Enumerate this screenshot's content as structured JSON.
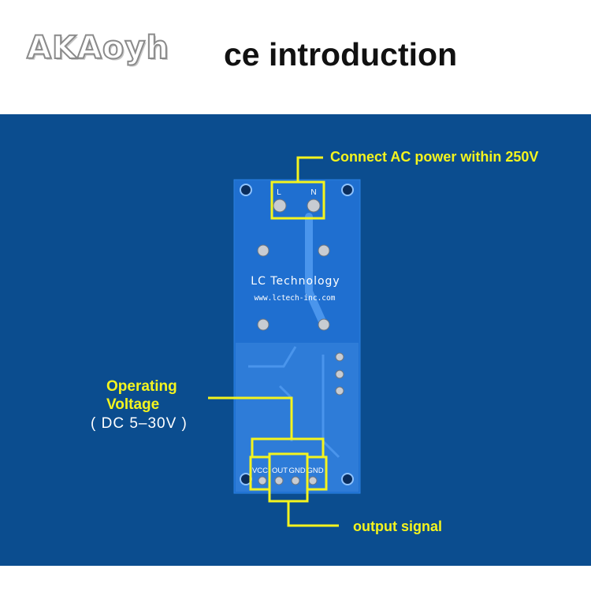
{
  "header": {
    "logo_text": "AKAoyh",
    "title": "ce introduction"
  },
  "board": {
    "brand": "LC Technology",
    "url": "www.lctech-inc.com",
    "terminal_labels": [
      "L",
      "N"
    ],
    "pin_labels": [
      "VCC",
      "OUT",
      "GND",
      "GND"
    ]
  },
  "annotations": {
    "ac_power": "Connect AC power within 250V",
    "operating_voltage_line1": "Operating",
    "operating_voltage_line2": "Voltage",
    "operating_voltage_range": "( DC 5–30V )",
    "output_signal": "output signal"
  },
  "colors": {
    "background_panel": "#0b4d8f",
    "pcb": "#1f6fd0",
    "callout": "#f4f41e"
  }
}
